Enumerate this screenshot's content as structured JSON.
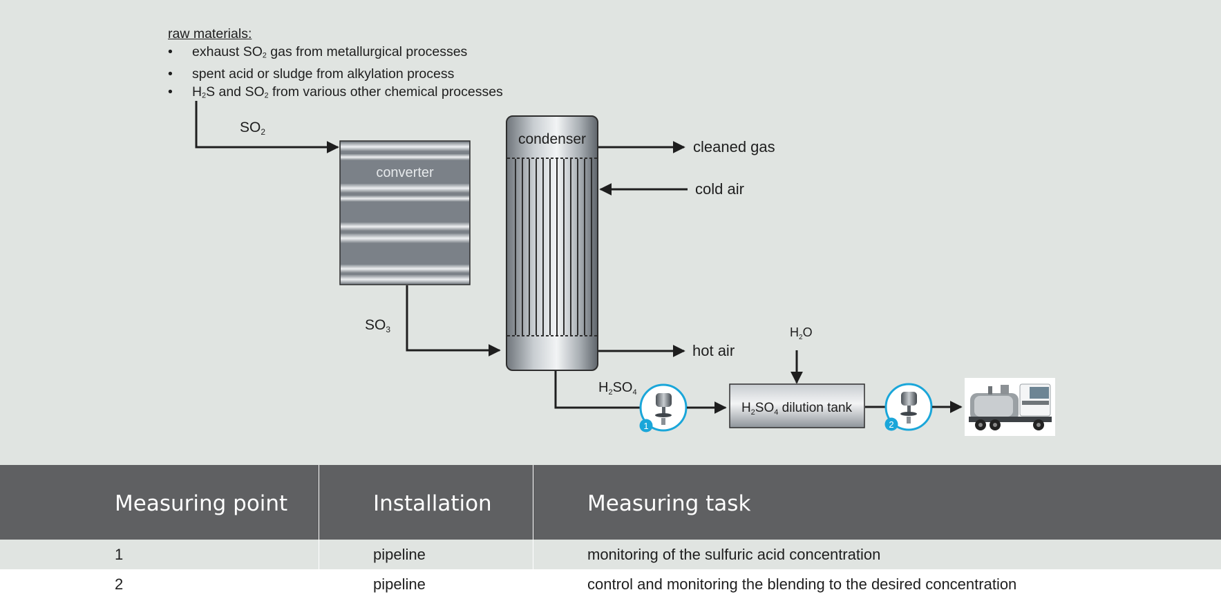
{
  "raw_materials": {
    "heading": "raw materials:",
    "items": [
      {
        "pre": "exhaust SO",
        "sub": "2",
        "post": " gas from metallurgical processes"
      },
      {
        "pre": "spent acid or sludge from alkylation process",
        "sub": "",
        "post": ""
      },
      {
        "pre": "H",
        "sub": "2",
        "mid": "S and SO",
        "sub2": "2",
        "post": " from various other chemical processes"
      }
    ]
  },
  "diagram": {
    "converter_label": "converter",
    "condenser_label": "condenser",
    "cleaned_gas_label": "cleaned gas",
    "cold_air_label": "cold air",
    "hot_air_label": "hot air",
    "so2_label": {
      "base": "SO",
      "sub": "2"
    },
    "so3_label": {
      "base": "SO",
      "sub": "3"
    },
    "h2so4_label": {
      "a": "H",
      "sub1": "2",
      "b": "SO",
      "sub2": "4"
    },
    "h2o_label": {
      "a": "H",
      "sub1": "2",
      "b": "O"
    },
    "dilution_tank_label": {
      "a": "H",
      "sub1": "2",
      "b": "SO",
      "sub2": "4",
      "c": " dilution tank"
    },
    "measuring_point_1": "1",
    "measuring_point_2": "2",
    "accent_color": "#1aa6d9"
  },
  "table": {
    "headers": [
      "Measuring point",
      "Installation",
      "Measuring task"
    ],
    "rows": [
      {
        "point": "1",
        "installation": "pipeline",
        "task": "monitoring of the sulfuric acid concentration"
      },
      {
        "point": "2",
        "installation": "pipeline",
        "task": "control  and monitoring the blending to the desired concentration"
      }
    ]
  }
}
